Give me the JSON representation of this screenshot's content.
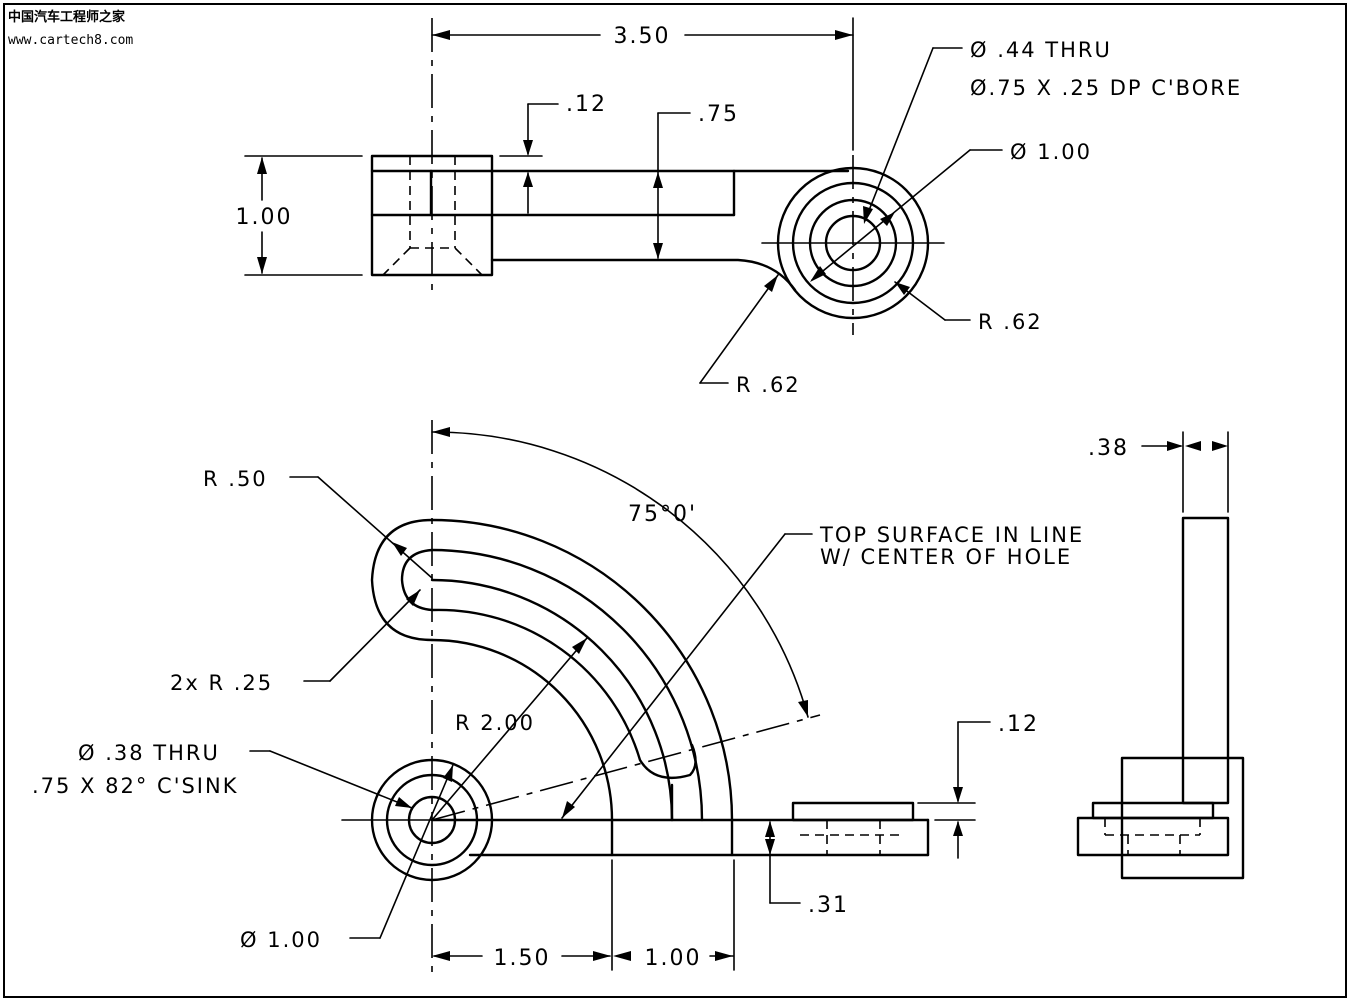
{
  "watermark": {
    "line1": "中国汽车工程师之家",
    "line2": "www.cartech8.com"
  },
  "top_view": {
    "overall_length": "3.50",
    "flange_thickness": ".12",
    "arm_height": ".75",
    "block_height": "1.00",
    "hole_callout_line1": "Ø .44 THRU",
    "hole_callout_line2": "Ø.75 X .25 DP C'BORE",
    "boss_diameter": "Ø 1.00",
    "boss_radius": "R .62",
    "fillet_radius": "R .62"
  },
  "front_view": {
    "tip_radius": "R .50",
    "angle": "75°0'",
    "slot_radius": "2x R .25",
    "arc_radius": "R 2.00",
    "note_line1": "TOP SURFACE IN LINE",
    "note_line2": "W/ CENTER OF HOLE",
    "hole_callout_line1": "Ø .38 THRU",
    "hole_callout_line2": ".75 X 82° C'SINK",
    "boss_diameter": "Ø 1.00",
    "dim_1_50": "1.50",
    "dim_1_00": "1.00",
    "flange_thickness": ".12",
    "base_thickness": ".31"
  },
  "side_view": {
    "thickness": ".38"
  },
  "colors": {
    "line": "#000000",
    "background": "#ffffff"
  }
}
